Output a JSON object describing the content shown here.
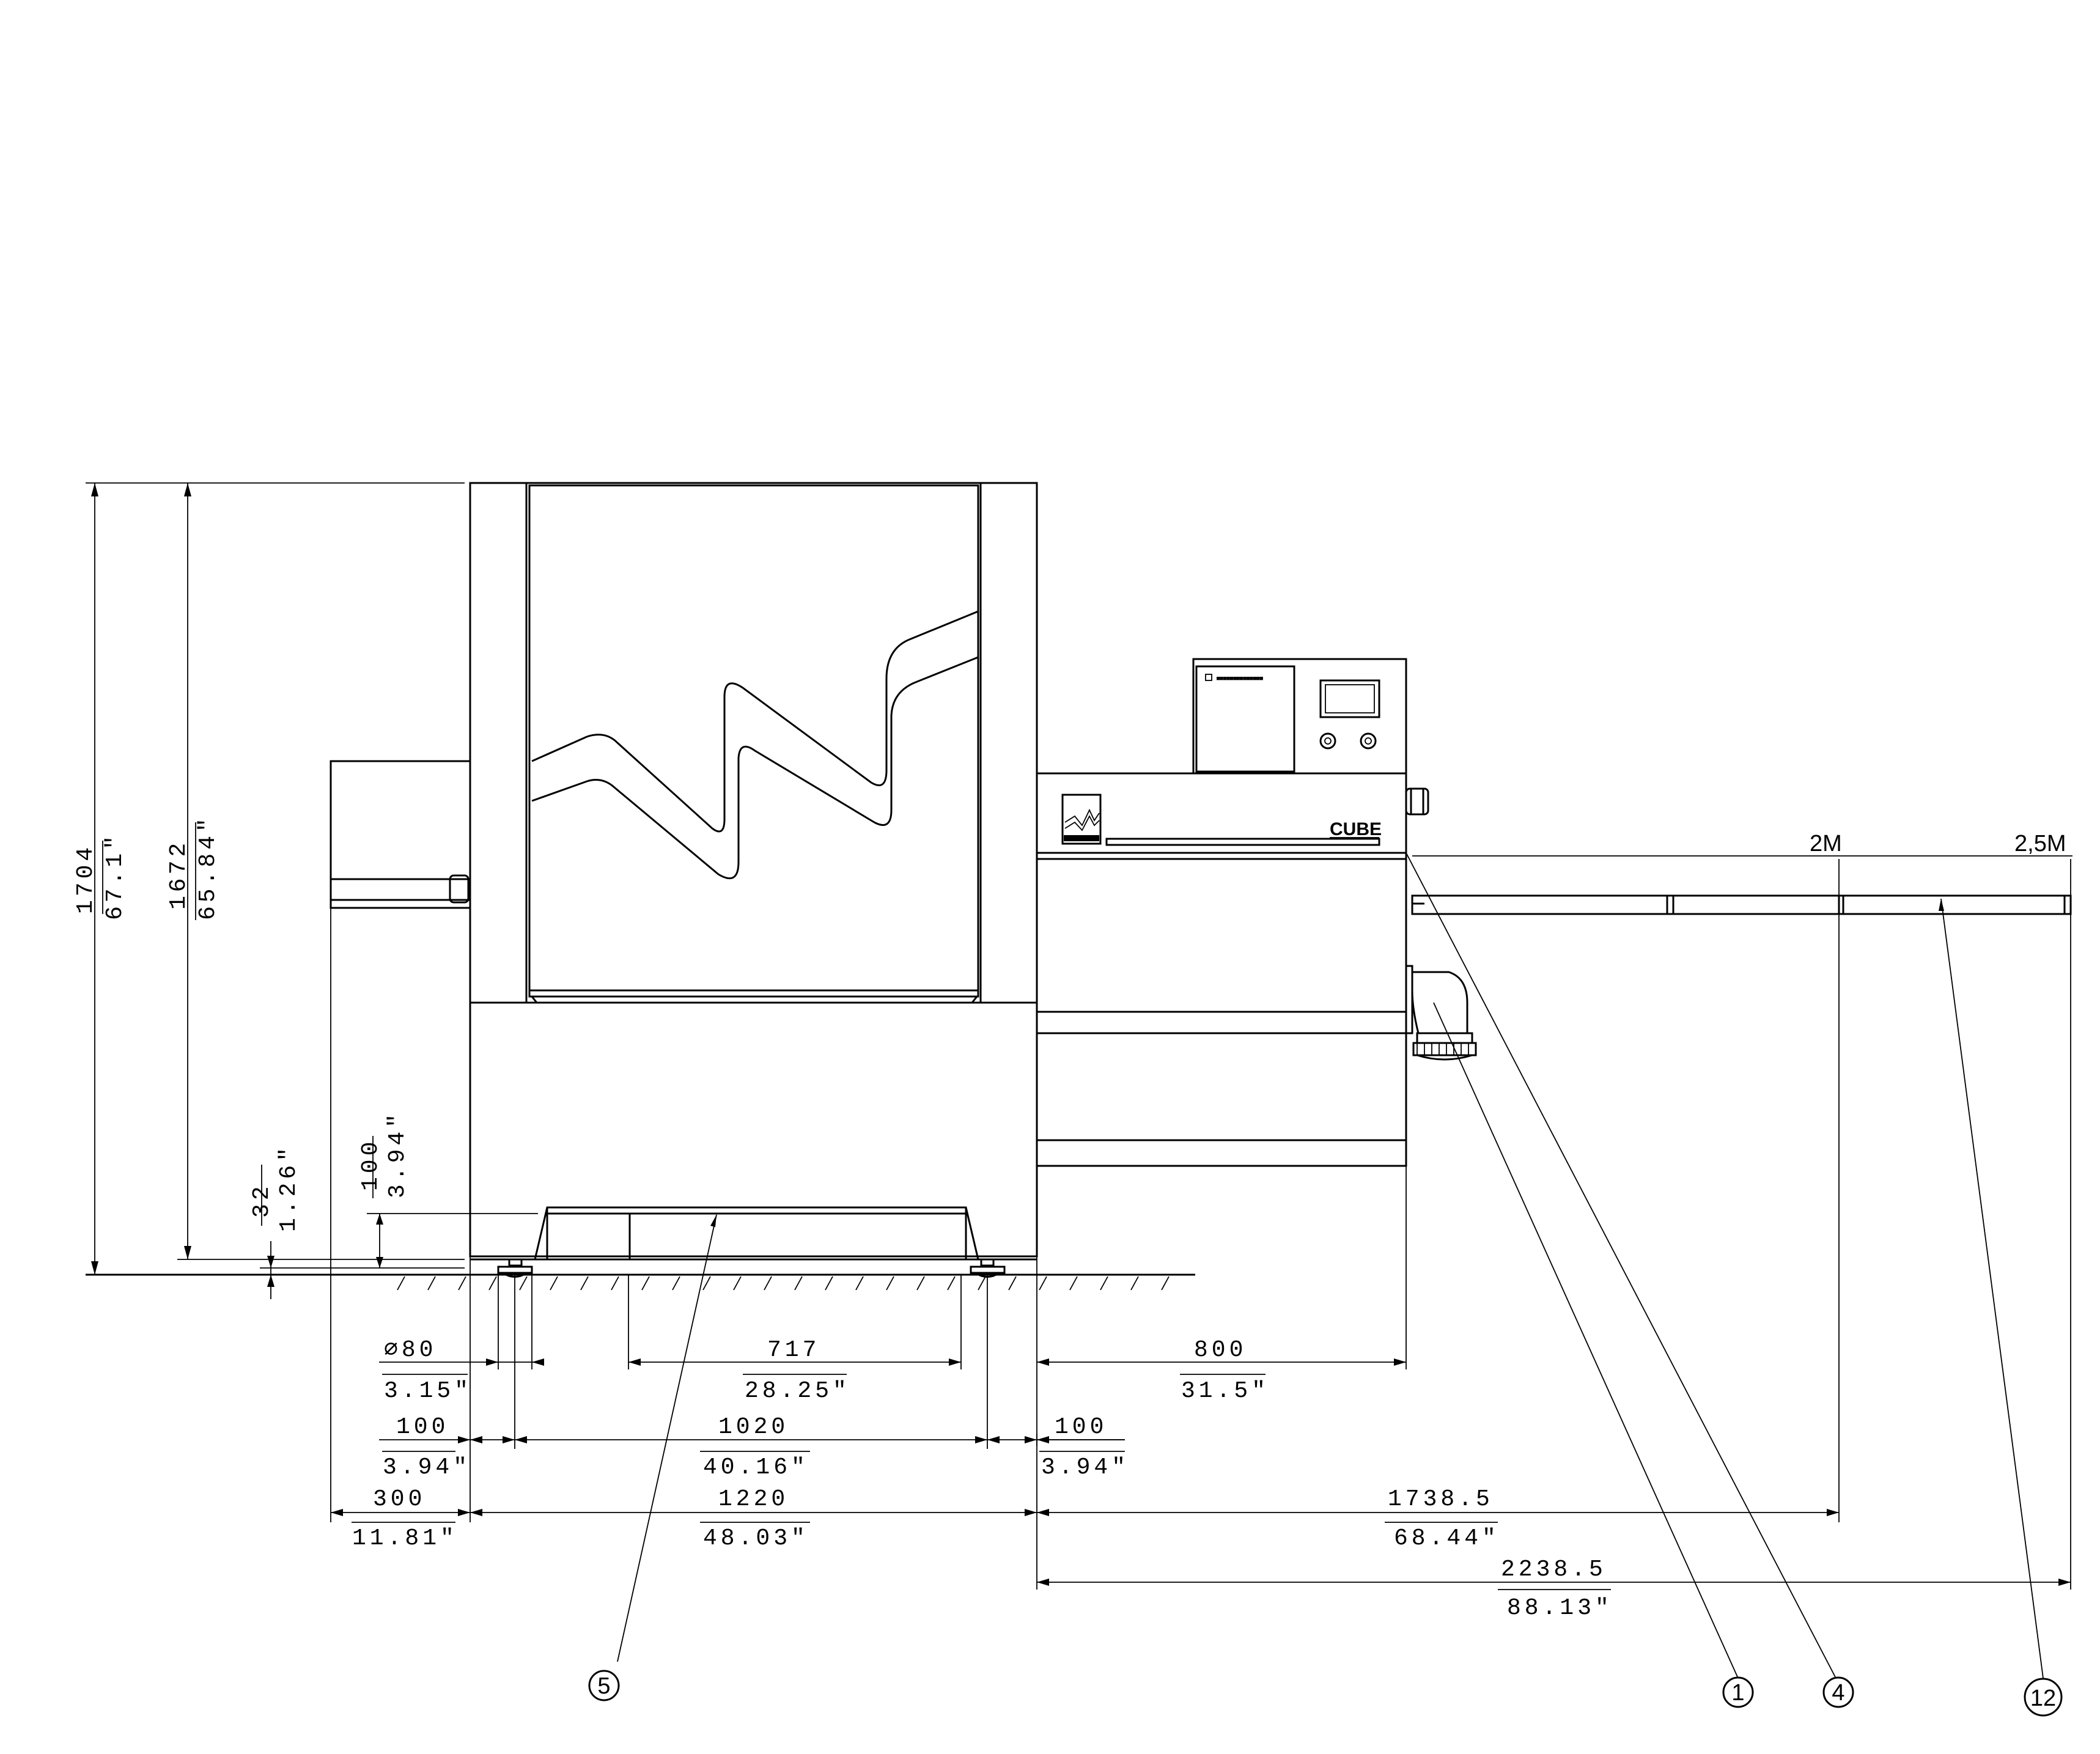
{
  "dimensions": {
    "h_total_mm": "1704",
    "h_total_in": "67.1\"",
    "h_body_mm": "1672",
    "h_body_in": "65.84\"",
    "h_foot_mm": "32",
    "h_foot_in": "1.26\"",
    "h_clear_mm": "100",
    "h_clear_in": "3.94\"",
    "dia_foot_mm": "∅80",
    "dia_foot_in": "3.15\"",
    "w_inner_mm": "717",
    "w_inner_in": "28.25\"",
    "w_module_mm": "800",
    "w_module_in": "31.5\"",
    "w_left_off_mm": "100",
    "w_left_off_in": "3.94\"",
    "w_feet_mm": "1020",
    "w_feet_in": "40.16\"",
    "w_right_off_mm": "100",
    "w_right_off_in": "3.94\"",
    "w_hood_mm": "300",
    "w_hood_in": "11.81\"",
    "w_tank_mm": "1220",
    "w_tank_in": "48.03\"",
    "w_to2m_mm": "1738.5",
    "w_to2m_in": "68.44\"",
    "w_to25m_mm": "2238.5",
    "w_to25m_in": "88.13\""
  },
  "labels": {
    "table_2m": "2M",
    "table_25m": "2,5M",
    "brand": "CUBE"
  },
  "callouts": [
    "5",
    "1",
    "4",
    "12"
  ]
}
